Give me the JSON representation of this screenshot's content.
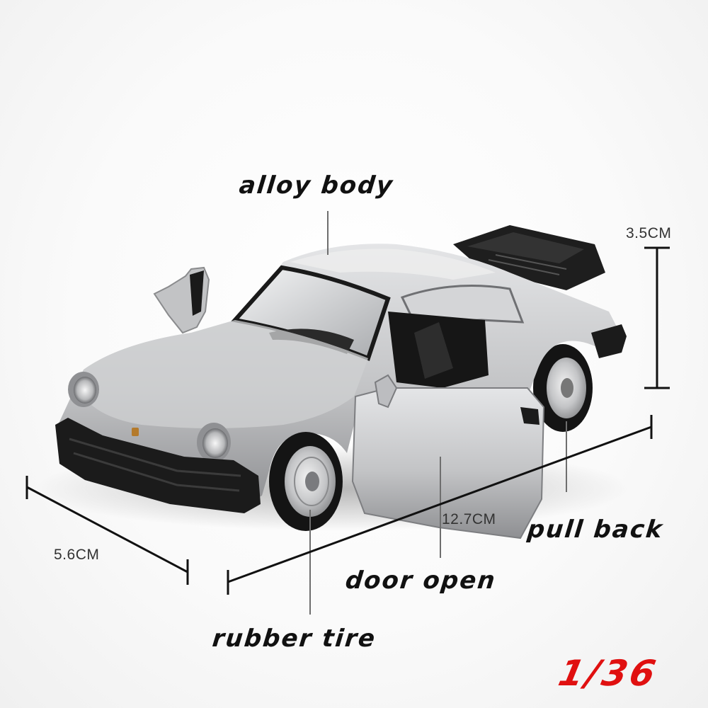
{
  "labels": {
    "alloy_body": "alloy body",
    "door_open": "door open",
    "rubber_tire": "rubber tire",
    "pull_back": "pull back"
  },
  "dimensions": {
    "height": "3.5CM",
    "length": "12.7CM",
    "width": "5.6CM"
  },
  "scale": "1/36",
  "colors": {
    "body": "#c3c4c6",
    "text": "#111111",
    "scale_text": "#e01010",
    "trim": "#1b1b1b"
  }
}
